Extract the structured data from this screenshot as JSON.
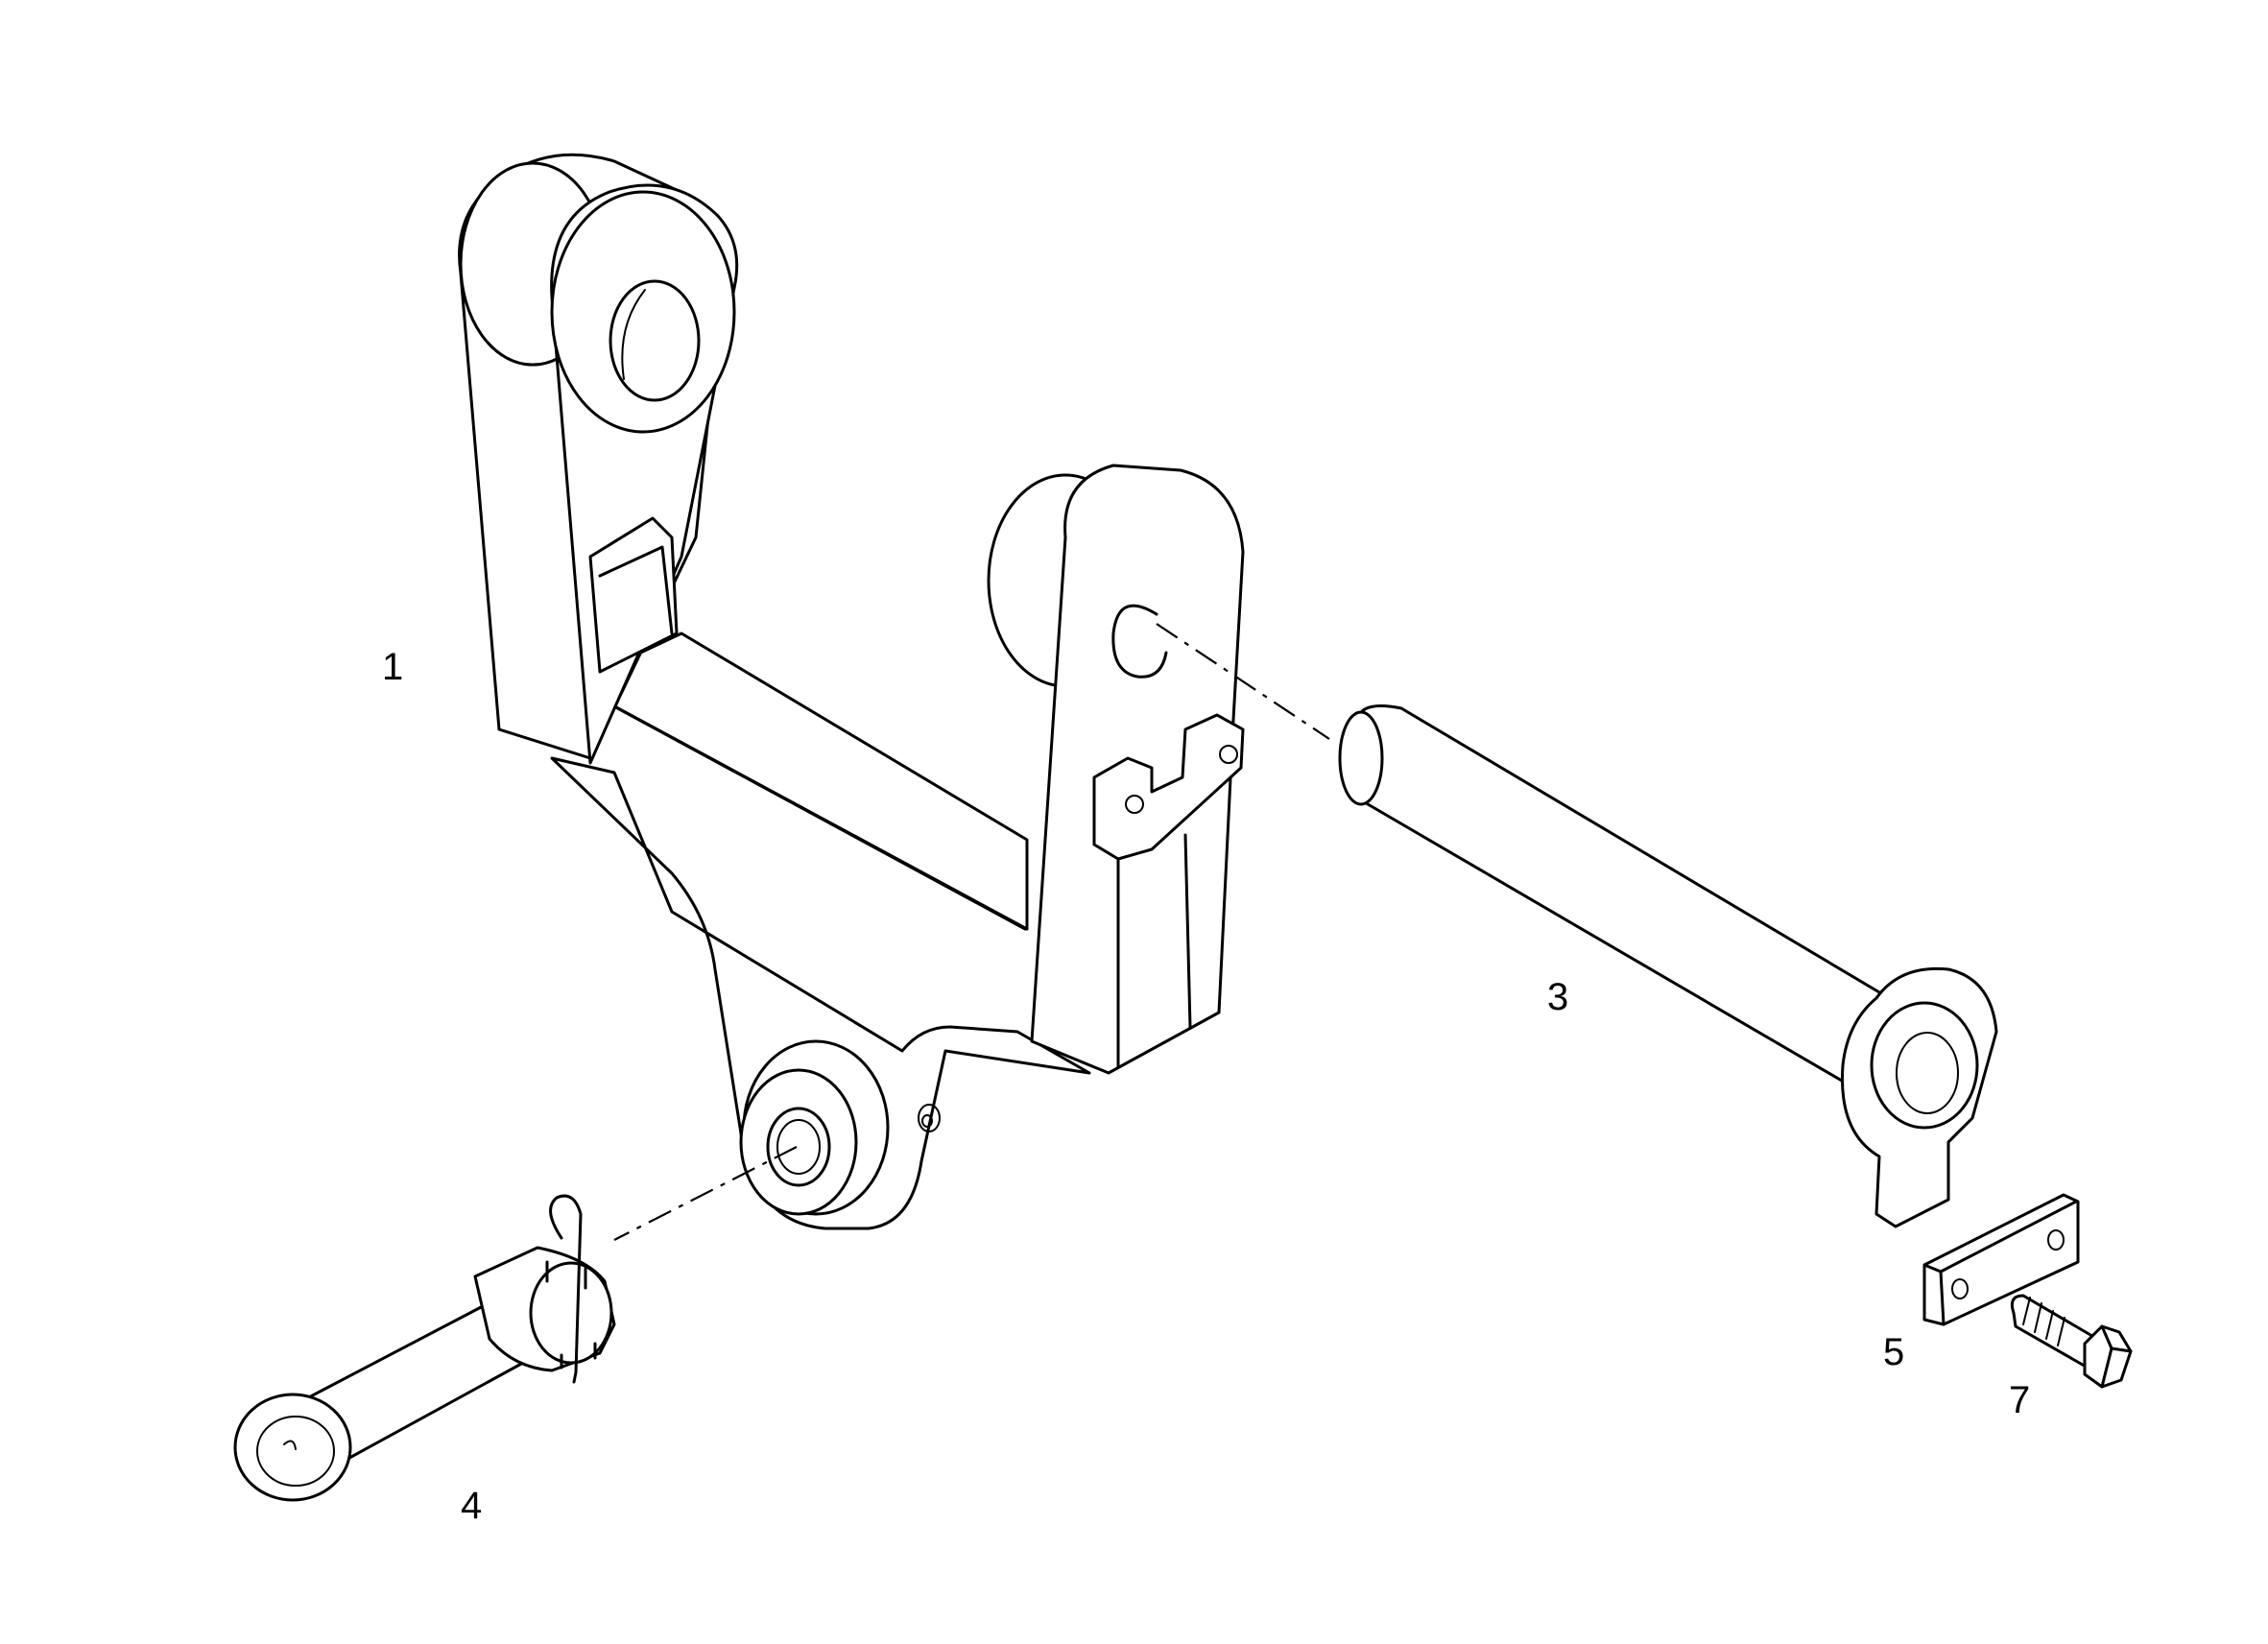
{
  "diagram": {
    "callouts": [
      {
        "id": "1",
        "text": "1"
      },
      {
        "id": "3",
        "text": "3"
      },
      {
        "id": "4",
        "text": "4"
      },
      {
        "id": "5",
        "text": "5"
      },
      {
        "id": "7",
        "text": "7"
      }
    ]
  }
}
